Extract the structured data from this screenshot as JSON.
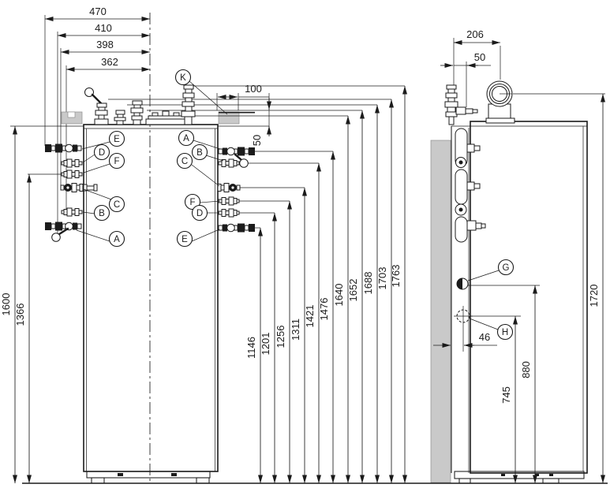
{
  "drawing": {
    "front_view": {
      "top_width_dims": [
        "470",
        "410",
        "398",
        "362"
      ],
      "bracket_width_dim": "100",
      "top_offset_dim": "50",
      "bracket_label": "K",
      "left_port_labels": [
        "E",
        "D",
        "F",
        "C",
        "B",
        "A"
      ],
      "right_port_labels": [
        "A",
        "B",
        "C",
        "F",
        "D",
        "E"
      ],
      "left_height_dims": [
        "1600",
        "1366"
      ],
      "port_height_dims": [
        "1146",
        "1201",
        "1256",
        "1311",
        "1421",
        "1476"
      ],
      "top_height_dims": [
        "1640",
        "1652",
        "1688",
        "1703",
        "1763"
      ]
    },
    "side_view": {
      "flue_offset_dim": "206",
      "pipe_offset_dim": "50",
      "wall_offset_dim": "46",
      "port_labels": [
        "G",
        "H"
      ],
      "port_height_dims": [
        "745",
        "880"
      ],
      "flue_height_dim": "1720"
    }
  }
}
